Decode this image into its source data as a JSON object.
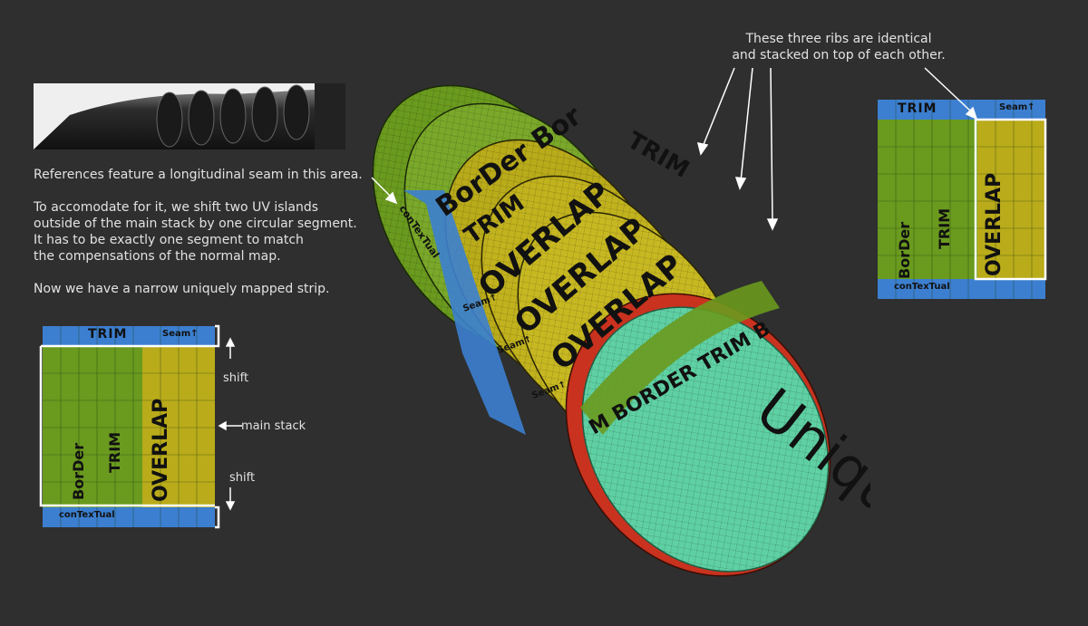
{
  "annotations": {
    "top_note_line1": "These three ribs are identical",
    "top_note_line2": "and stacked on top of each other.",
    "para1": "References feature a longitudinal seam in this area.",
    "para2_line1": "To accomodate for it, we shift two UV islands",
    "para2_line2": "outside of the main stack by one circular segment.",
    "para2_line3": "It has to be exactly one segment to match",
    "para2_line4": "the compensations of the normal map.",
    "para3": "Now we have a narrow uniquely mapped strip."
  },
  "uv_left": {
    "trim": "TRIM",
    "seam": "Seam↑",
    "border": "BorDer",
    "trim_vertical": "TRIM",
    "overlap": "OVERLAP",
    "contextual": "conTexTual",
    "shift_top": "shift",
    "main_stack": "main stack",
    "shift_bottom": "shift"
  },
  "uv_right": {
    "trim": "TRIM",
    "seam": "Seam↑",
    "border": "BorDer",
    "trim_vertical": "TRIM",
    "overlap": "OVERLAP",
    "contextual": "conTexTual"
  },
  "model": {
    "rib1_border": "BorDer Bor",
    "rib1_trim": "TRIM",
    "rib1_trim2": "TRIM",
    "contextual": "conTexTual",
    "overlap1": "OVERLAP",
    "overlap2": "OVERLAP",
    "overlap3": "OVERLAP",
    "seam1": "Seam↑",
    "seam2": "Seam↑",
    "seam3": "Seam↑",
    "inner_ring": "M BORDER TRIM B",
    "unique": "Unique"
  },
  "colors": {
    "background": "#2f2f2f",
    "green": "#6a9a1e",
    "yellow": "#b9ab1a",
    "blue": "#3c7fd0",
    "red": "#c8321e",
    "teal": "#5fd0a3"
  }
}
